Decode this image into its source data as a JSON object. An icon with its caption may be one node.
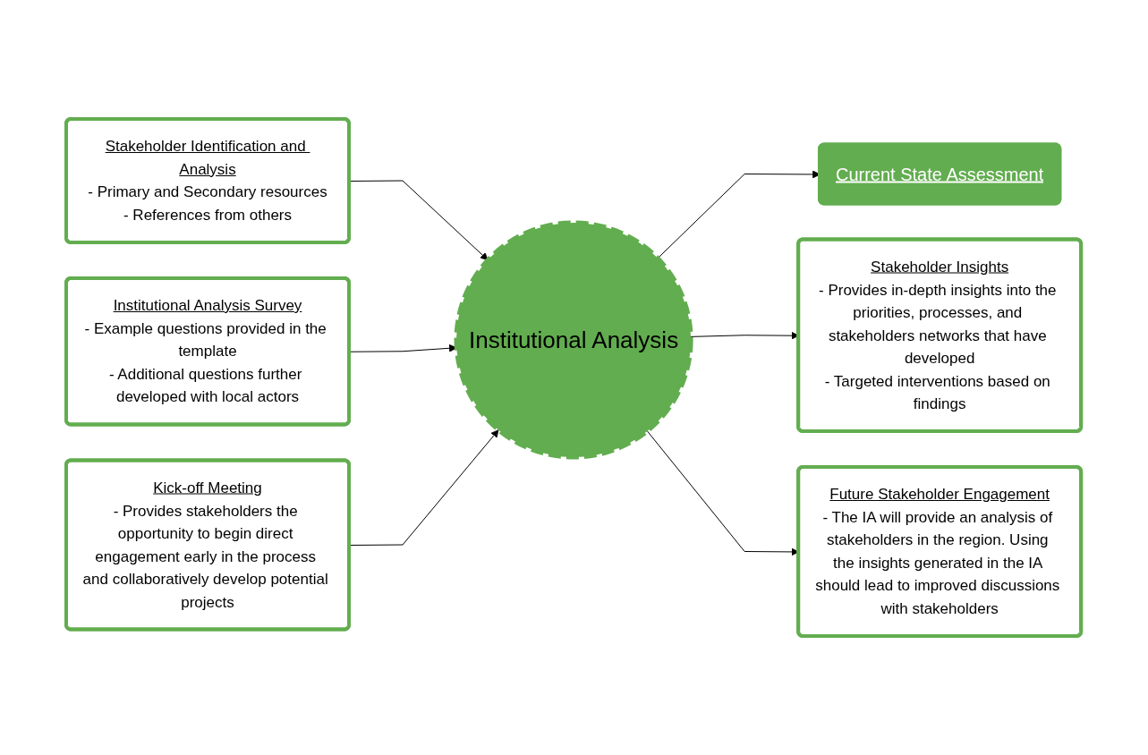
{
  "diagram": {
    "nodes": [
      {
        "text": [
          "Stakeholder Identification and Analysis",
          "- Primary and Secondary resources",
          "- References from others"
        ]
      },
      {
        "text": [
          "Institutional Analysis Survey",
          "- Example questions provided in the template",
          "- Additional questions further developed with local actors"
        ]
      },
      {
        "text": [
          "Kick-off Meeting",
          "- Provides stakeholders the opportunity to begin direct engagement early in the process and collaboratively develop potential projects"
        ]
      },
      {
        "text": [
          "Institutional Analysis"
        ]
      },
      {
        "text": [
          "Current State Assessment"
        ]
      },
      {
        "text": [
          "Stakeholder Insights",
          "- Provides in-depth insights into the priorities, processes, and stakeholders networks that have developed",
          "- Targeted interventions based on findings"
        ]
      },
      {
        "text": [
          "Future Stakeholder Engagement",
          "- The IA will provide an analysis of stakeholders in the region. Using the insights generated in the IA should lead to improved discussions with stakeholders"
        ]
      }
    ],
    "edges": [
      {
        "from": 0,
        "to": 3,
        "arrow": "to"
      },
      {
        "from": 1,
        "to": 3,
        "arrow": "to"
      },
      {
        "from": 2,
        "to": 3,
        "arrow": "to"
      },
      {
        "from": 3,
        "to": 4,
        "arrow": "to"
      },
      {
        "from": 3,
        "to": 5,
        "arrow": "to"
      },
      {
        "from": 3,
        "to": 6,
        "arrow": "to"
      }
    ]
  }
}
